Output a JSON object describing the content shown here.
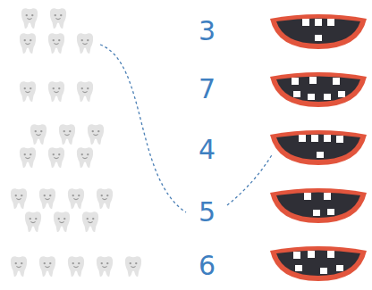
{
  "diagram": {
    "labels": [
      "3",
      "7",
      "4",
      "5",
      "6"
    ]
  }
}
